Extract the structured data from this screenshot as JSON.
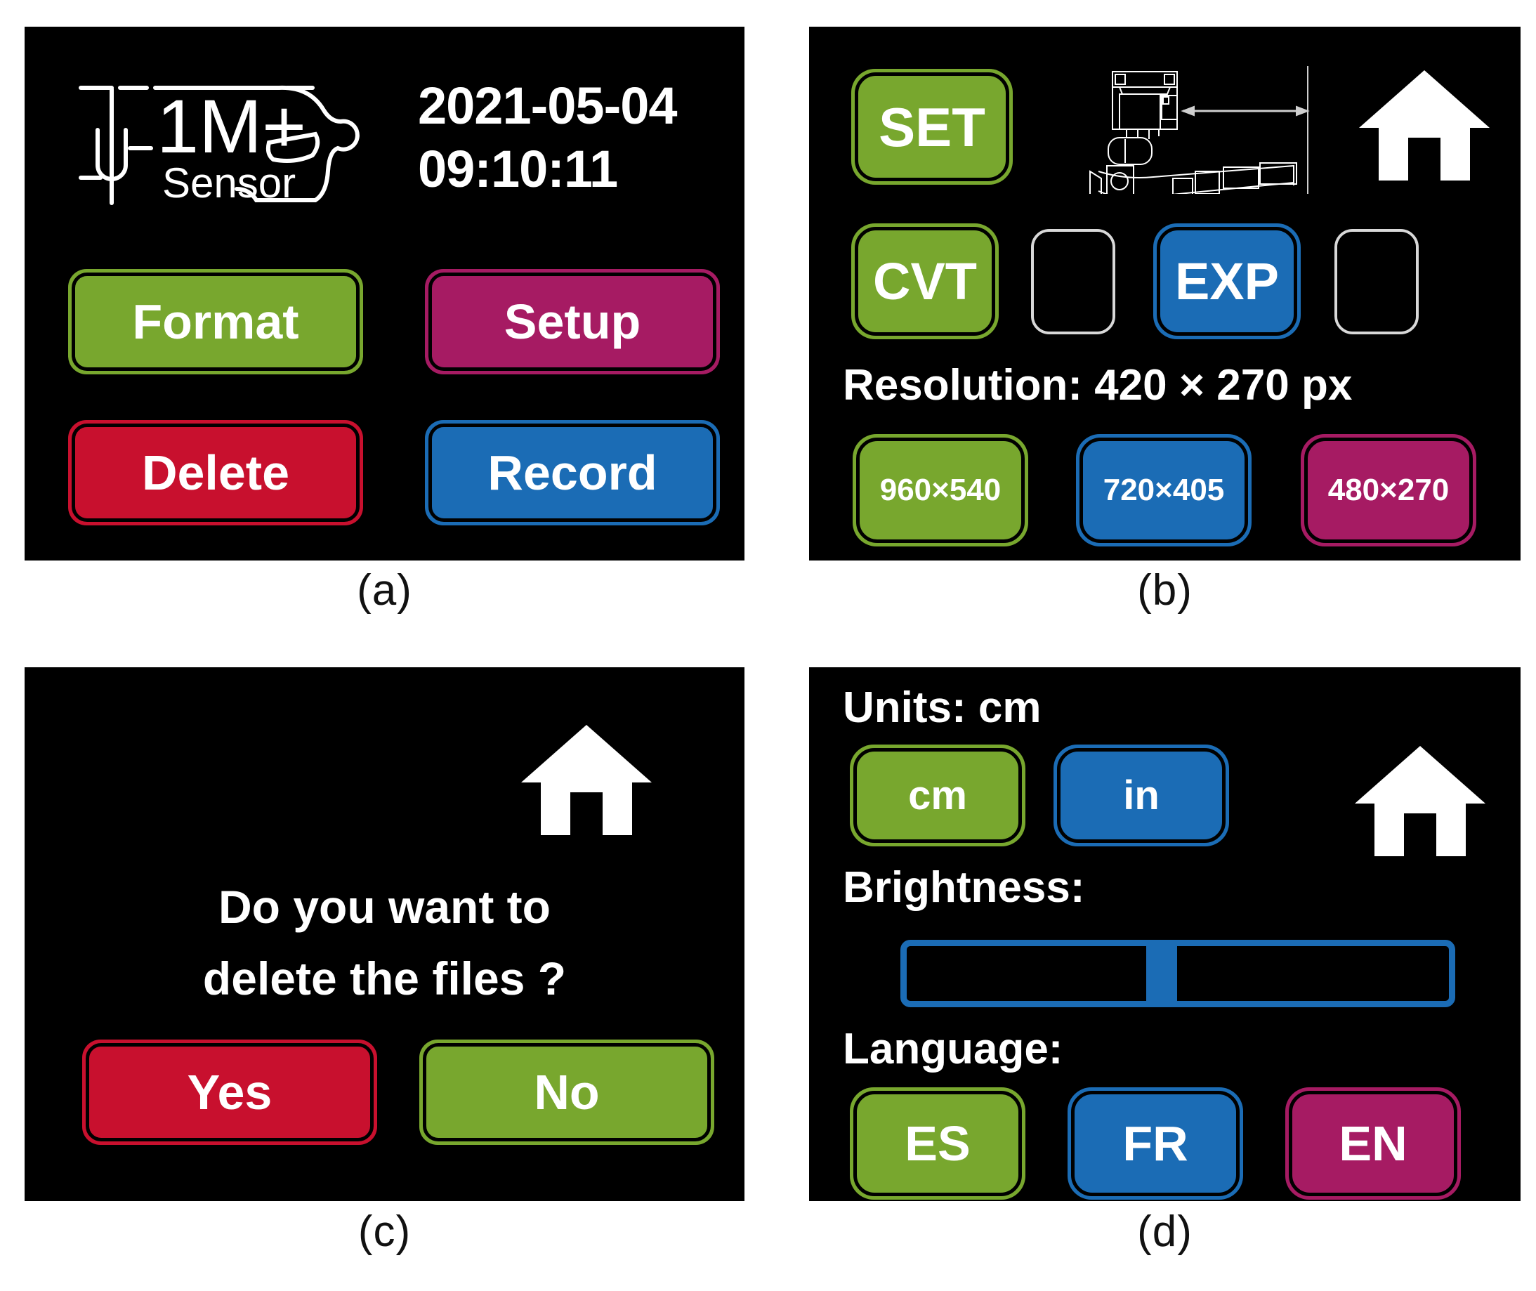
{
  "figure": {
    "captions": {
      "a": "(a)",
      "b": "(b)",
      "c": "(c)",
      "d": "(d)"
    }
  },
  "colors": {
    "background": "#000000",
    "green": "#78a72e",
    "blue": "#1b6cb5",
    "red": "#c8102e",
    "magenta": "#a61b63",
    "text": "#ffffff",
    "outline": "#d8d8d8"
  },
  "panel_a": {
    "logo": {
      "title": "1M+",
      "subtitle": "Sensor",
      "icon": "car-sensor-logo"
    },
    "date": "2021-05-04",
    "time": "09:10:11",
    "buttons": [
      {
        "label": "Format",
        "color": "green"
      },
      {
        "label": "Setup",
        "color": "magenta"
      },
      {
        "label": "Delete",
        "color": "red"
      },
      {
        "label": "Record",
        "color": "blue"
      }
    ]
  },
  "panel_b": {
    "set_button": "SET",
    "cvt_button": "CVT",
    "exp_button": "EXP",
    "empty_slot_1": "",
    "empty_slot_2": "",
    "diagram": "robot-arm-sensor-drawing",
    "home": "home-icon",
    "resolution_label": "Resolution:  420 × 270 px",
    "resolutions": [
      {
        "label": "960×540",
        "color": "green"
      },
      {
        "label": "720×405",
        "color": "blue"
      },
      {
        "label": "480×270",
        "color": "magenta"
      }
    ]
  },
  "panel_c": {
    "home": "home-icon",
    "message_line1": "Do you want to",
    "message_line2": "delete the files ?",
    "yes_button": "Yes",
    "no_button": "No"
  },
  "panel_d": {
    "units_label": "Units:   cm",
    "units_value": "cm",
    "unit_buttons": [
      {
        "label": "cm",
        "color": "green"
      },
      {
        "label": "in",
        "color": "blue"
      }
    ],
    "home": "home-icon",
    "brightness_label": "Brightness:",
    "brightness_percent": 47,
    "language_label": "Language:",
    "language_buttons": [
      {
        "label": "ES",
        "color": "green"
      },
      {
        "label": "FR",
        "color": "blue"
      },
      {
        "label": "EN",
        "color": "magenta"
      }
    ]
  }
}
